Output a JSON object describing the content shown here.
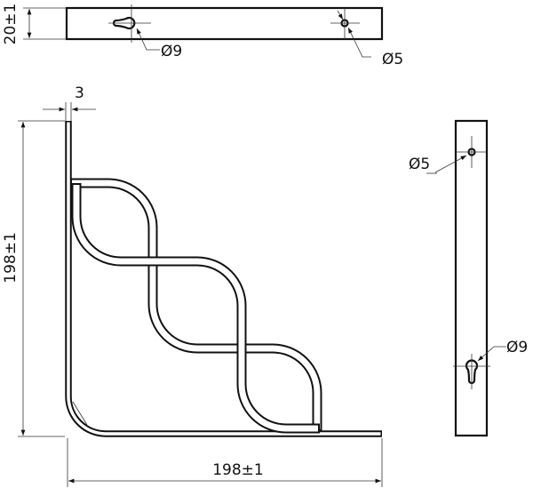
{
  "top_view": {
    "height_dim": "20±1",
    "keyhole_label": "Ø9",
    "hole_label": "Ø5"
  },
  "front_view": {
    "thickness_dim": "3",
    "height_dim": "198±1",
    "width_dim": "198±1"
  },
  "side_view": {
    "hole_label": "Ø5",
    "keyhole_label": "Ø9"
  },
  "colors": {
    "line": "#111111",
    "background": "#ffffff"
  }
}
